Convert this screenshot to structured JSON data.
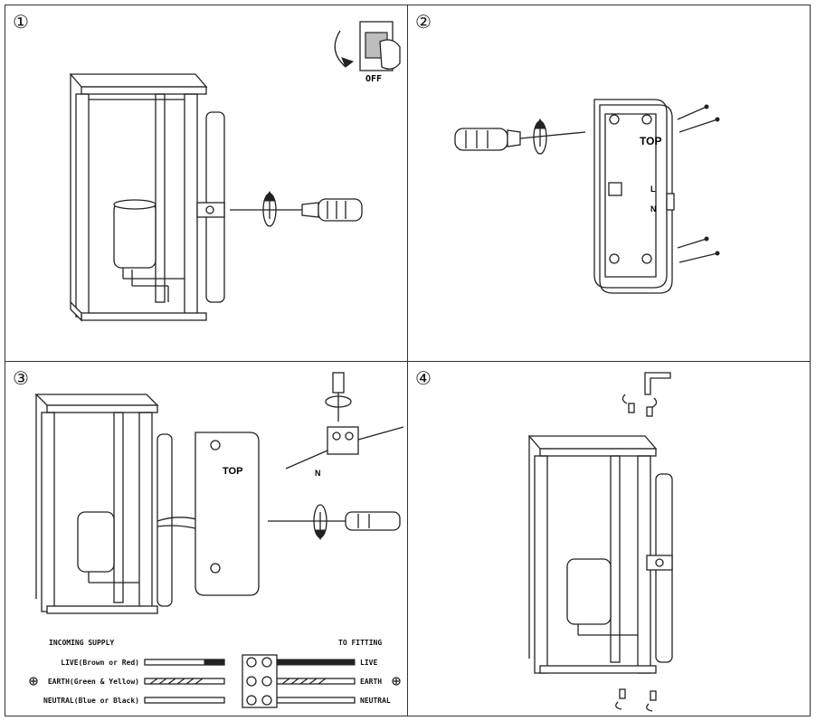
{
  "steps": [
    {
      "number": "①",
      "labels": {
        "switch": "OFF"
      }
    },
    {
      "number": "②",
      "labels": {
        "top": "TOP",
        "l": "L",
        "n": "N"
      }
    },
    {
      "number": "③",
      "labels": {
        "top": "TOP",
        "n": "N"
      }
    },
    {
      "number": "④"
    }
  ],
  "wiring": {
    "left_heading": "INCOMING SUPPLY",
    "right_heading": "TO FITTING",
    "rows": [
      {
        "left": "LIVE(Brown or Red)",
        "right": "LIVE"
      },
      {
        "left": "EARTH(Green & Yellow)",
        "right": "EARTH"
      },
      {
        "left": "NEUTRAL(Blue or Black)",
        "right": "NEUTRAL"
      }
    ]
  },
  "colors": {
    "line": "#222222",
    "background": "#ffffff"
  },
  "icons": [
    "screwdriver-icon",
    "rotate-arrow-icon",
    "earth-symbol-icon",
    "hex-key-icon"
  ]
}
